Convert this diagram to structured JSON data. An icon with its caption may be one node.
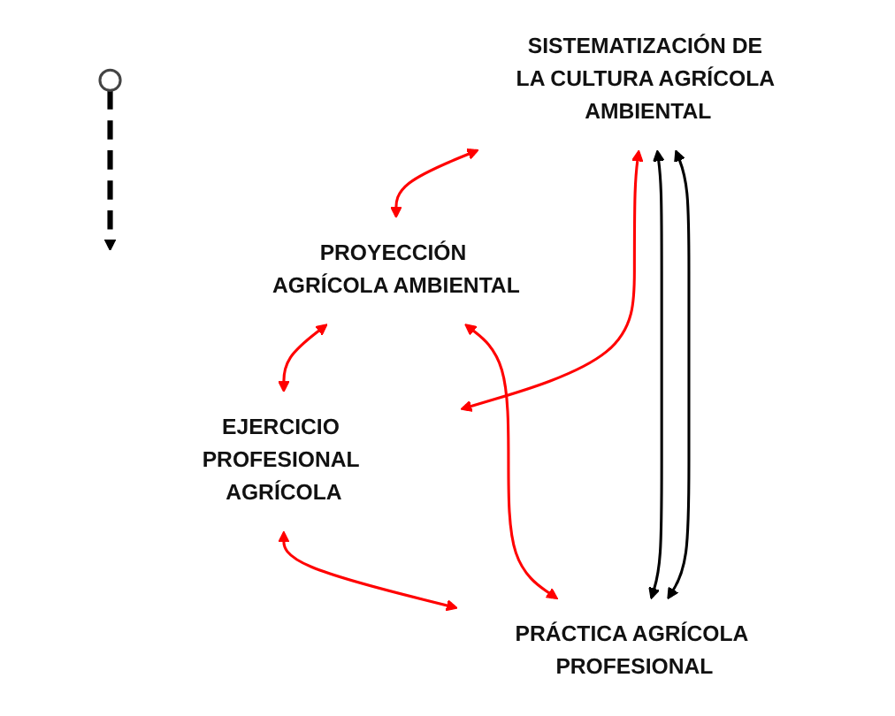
{
  "diagram": {
    "nodes": [
      {
        "text": [
          "SISTEMATIZACIÓN DE LA CULTURA AGRÍCOLA AMBIENTAL"
        ]
      },
      {
        "text": [
          "PROYECCIÓN AGRÍCOLA AMBIENTAL"
        ]
      },
      {
        "text": [
          "EJERCICIO PROFESIONAL AGRÍCOLA"
        ]
      },
      {
        "text": [
          "PRÁCTICA AGRÍCOLA PROFESIONAL"
        ]
      },
      {
        "text": [],
        "shape": "picture"
      }
    ],
    "edges": [
      {
        "from": 0,
        "to": 1,
        "arrow": "both"
      },
      {
        "from": 0,
        "to": 2,
        "arrow": "both"
      },
      {
        "from": 1,
        "to": 2,
        "arrow": "both"
      },
      {
        "from": 1,
        "to": 3,
        "arrow": "both"
      },
      {
        "from": 2,
        "to": 3,
        "arrow": "both"
      },
      {
        "from": 0,
        "to": 3,
        "arrow": "both",
        "color": "#000000"
      },
      {
        "from": 0,
        "to": 3,
        "arrow": "both",
        "color": "#000000"
      },
      {
        "from": 4,
        "to": null,
        "arrow": "to",
        "style": "dashed",
        "color": "#000000"
      }
    ]
  }
}
